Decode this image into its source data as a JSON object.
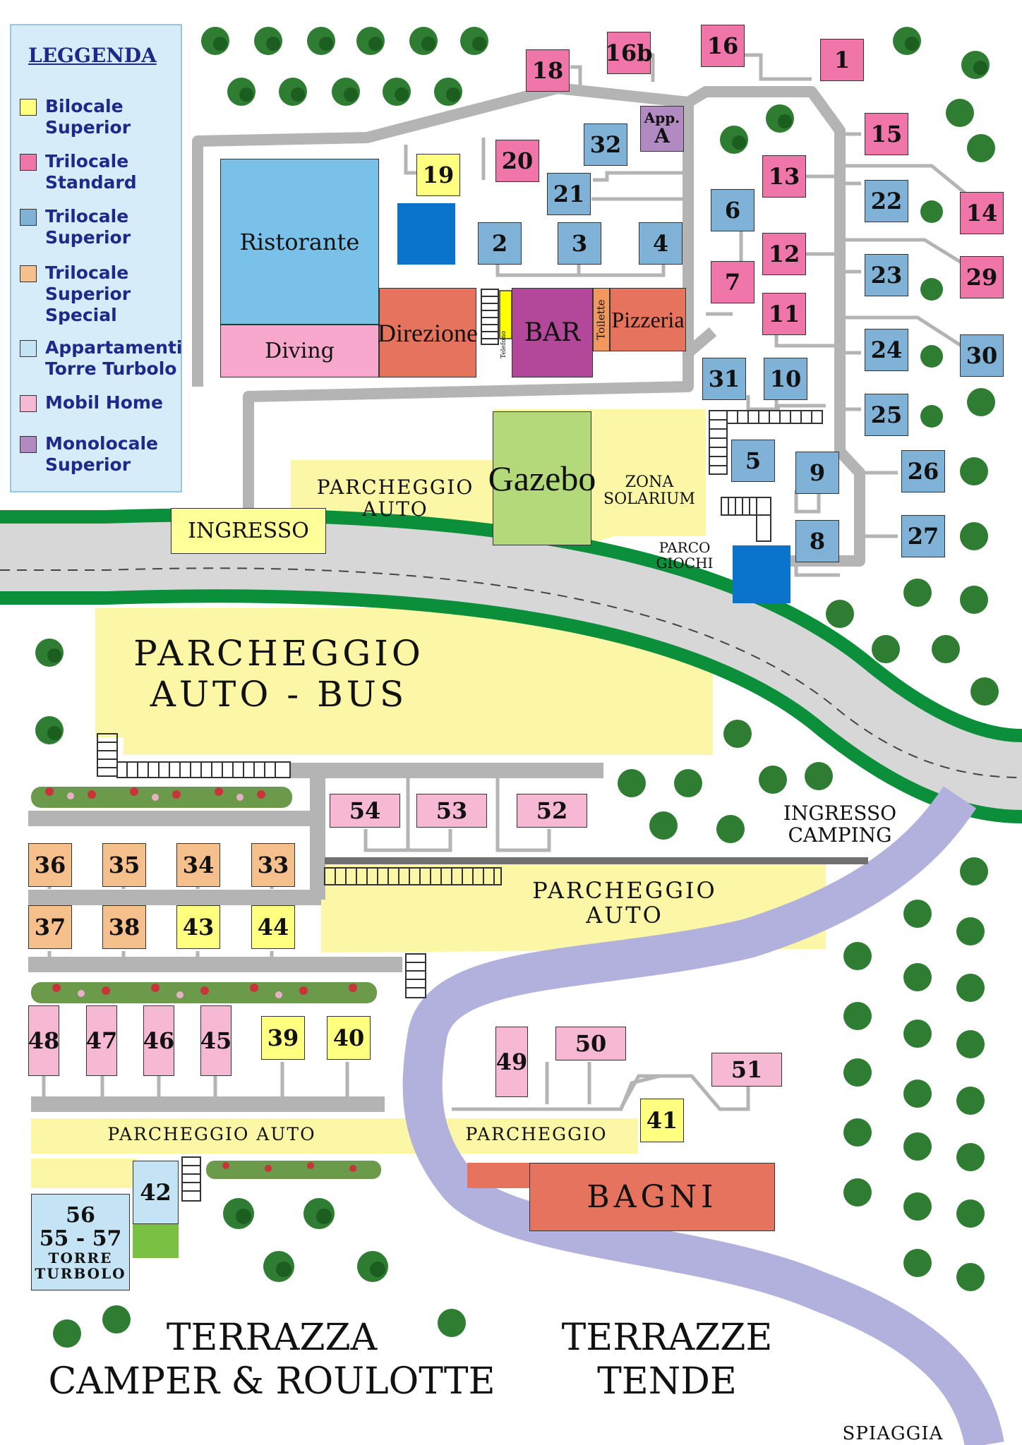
{
  "legend": {
    "title": "LEGGENDA",
    "items": [
      {
        "label": "Bilocale\nSuperior",
        "color": "#ffff80"
      },
      {
        "label": "Trilocale\nStandard",
        "color": "#f075a8"
      },
      {
        "label": "Trilocale\nSuperior",
        "color": "#7fb2d6"
      },
      {
        "label": "Trilocale\nSuperior\nSpecial",
        "color": "#f6c08c"
      },
      {
        "label": "Appartamenti\nTorre Turbolo",
        "color": "#c4e4f6"
      },
      {
        "label": "Mobil Home",
        "color": "#f7b8d4"
      },
      {
        "label": "Monolocale\nSuperior",
        "color": "#b08ac0"
      }
    ]
  },
  "colors": {
    "bilocale": "#ffff80",
    "trilocale_standard": "#f075a8",
    "trilocale_superior": "#7fb2d6",
    "trilocale_special": "#f6c08c",
    "torre": "#c4e4f6",
    "mobil_home": "#f7b8d4",
    "monolocale": "#b08ac0",
    "path": "#b4b4b4",
    "road": "#d7d7d7",
    "road_edge": "#0b8f3a",
    "river": "#b2b0dc",
    "parking": "#fbf7a6",
    "pool": "#0a74cc"
  },
  "buildings": {
    "ristorante": "Ristorante",
    "diving": "Diving",
    "direzione": "Direzione",
    "bar": "BAR",
    "toilette": "Toilette",
    "pizzeria": "Pizzeria",
    "telefono": "Telefono",
    "gazebo": "Gazebo",
    "bagni": "BAGNI",
    "ingresso": "INGRESSO",
    "app_a_line1": "App.",
    "app_a_line2": "A",
    "torre_num1": "56",
    "torre_num2": "55 - 57",
    "torre_name1": "TORRE",
    "torre_name2": "TURBOLO"
  },
  "labels": {
    "parcheggio_auto_top1": "PARCHEGGIO",
    "parcheggio_auto_top2": "AUTO",
    "zona_solarium1": "ZONA",
    "zona_solarium2": "SOLARIUM",
    "parco_giochi1": "PARCO",
    "parco_giochi2": "GIOCHI",
    "parcheggio_bus1": "PARCHEGGIO",
    "parcheggio_bus2": "AUTO - BUS",
    "ingresso_camping1": "INGRESSO",
    "ingresso_camping2": "CAMPING",
    "parcheggio_auto_mid1": "PARCHEGGIO",
    "parcheggio_auto_mid2": "AUTO",
    "parcheggio_auto_low": "PARCHEGGIO AUTO",
    "parcheggio_low": "PARCHEGGIO",
    "terrazza1": "TERRAZZA",
    "terrazza2": "CAMPER & ROULOTTE",
    "terrazze1": "TERRAZZE",
    "terrazze2": "TENDE",
    "spiaggia": "SPIAGGIA"
  },
  "units": {
    "u18": "18",
    "u16b": "16b",
    "u16": "16",
    "u1": "1",
    "u15": "15",
    "u14": "14",
    "u13": "13",
    "u22": "22",
    "u29": "29",
    "u12": "12",
    "u23": "23",
    "u11": "11",
    "u24": "24",
    "u30": "30",
    "u25": "25",
    "u26": "26",
    "u27": "27",
    "u20": "20",
    "u19": "19",
    "u32": "32",
    "u21": "21",
    "u2": "2",
    "u3": "3",
    "u4": "4",
    "u6": "6",
    "u7": "7",
    "u31": "31",
    "u10": "10",
    "u5": "5",
    "u9": "9",
    "u8": "8",
    "u54": "54",
    "u53": "53",
    "u52": "52",
    "u36": "36",
    "u35": "35",
    "u34": "34",
    "u33": "33",
    "u37": "37",
    "u38": "38",
    "u43": "43",
    "u44": "44",
    "u48": "48",
    "u47": "47",
    "u46": "46",
    "u45": "45",
    "u39": "39",
    "u40": "40",
    "u49": "49",
    "u50": "50",
    "u51": "51",
    "u41": "41",
    "u42": "42"
  }
}
